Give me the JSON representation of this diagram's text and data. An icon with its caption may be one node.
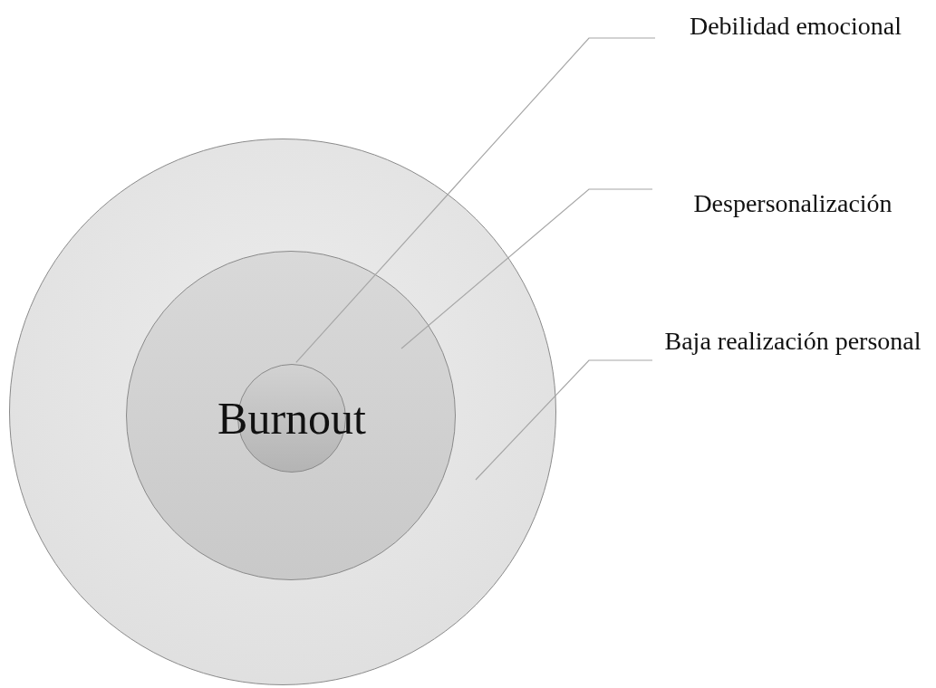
{
  "diagram": {
    "nodes": [
      {
        "text": [],
        "shape": "circle"
      },
      {
        "text": [],
        "shape": "circle",
        "in": 0
      },
      {
        "text": [
          "Burnout"
        ],
        "in": 1
      },
      {
        "text": [
          "Debilidad emocional"
        ]
      },
      {
        "text": [
          "Despersonalización"
        ]
      },
      {
        "text": [
          "Baja realización personal"
        ]
      }
    ],
    "edges": [
      {
        "from": 3,
        "to": 2,
        "arrow": "none"
      },
      {
        "from": 4,
        "to": 1,
        "arrow": "none"
      },
      {
        "from": 5,
        "to": 0,
        "arrow": "none"
      }
    ]
  }
}
